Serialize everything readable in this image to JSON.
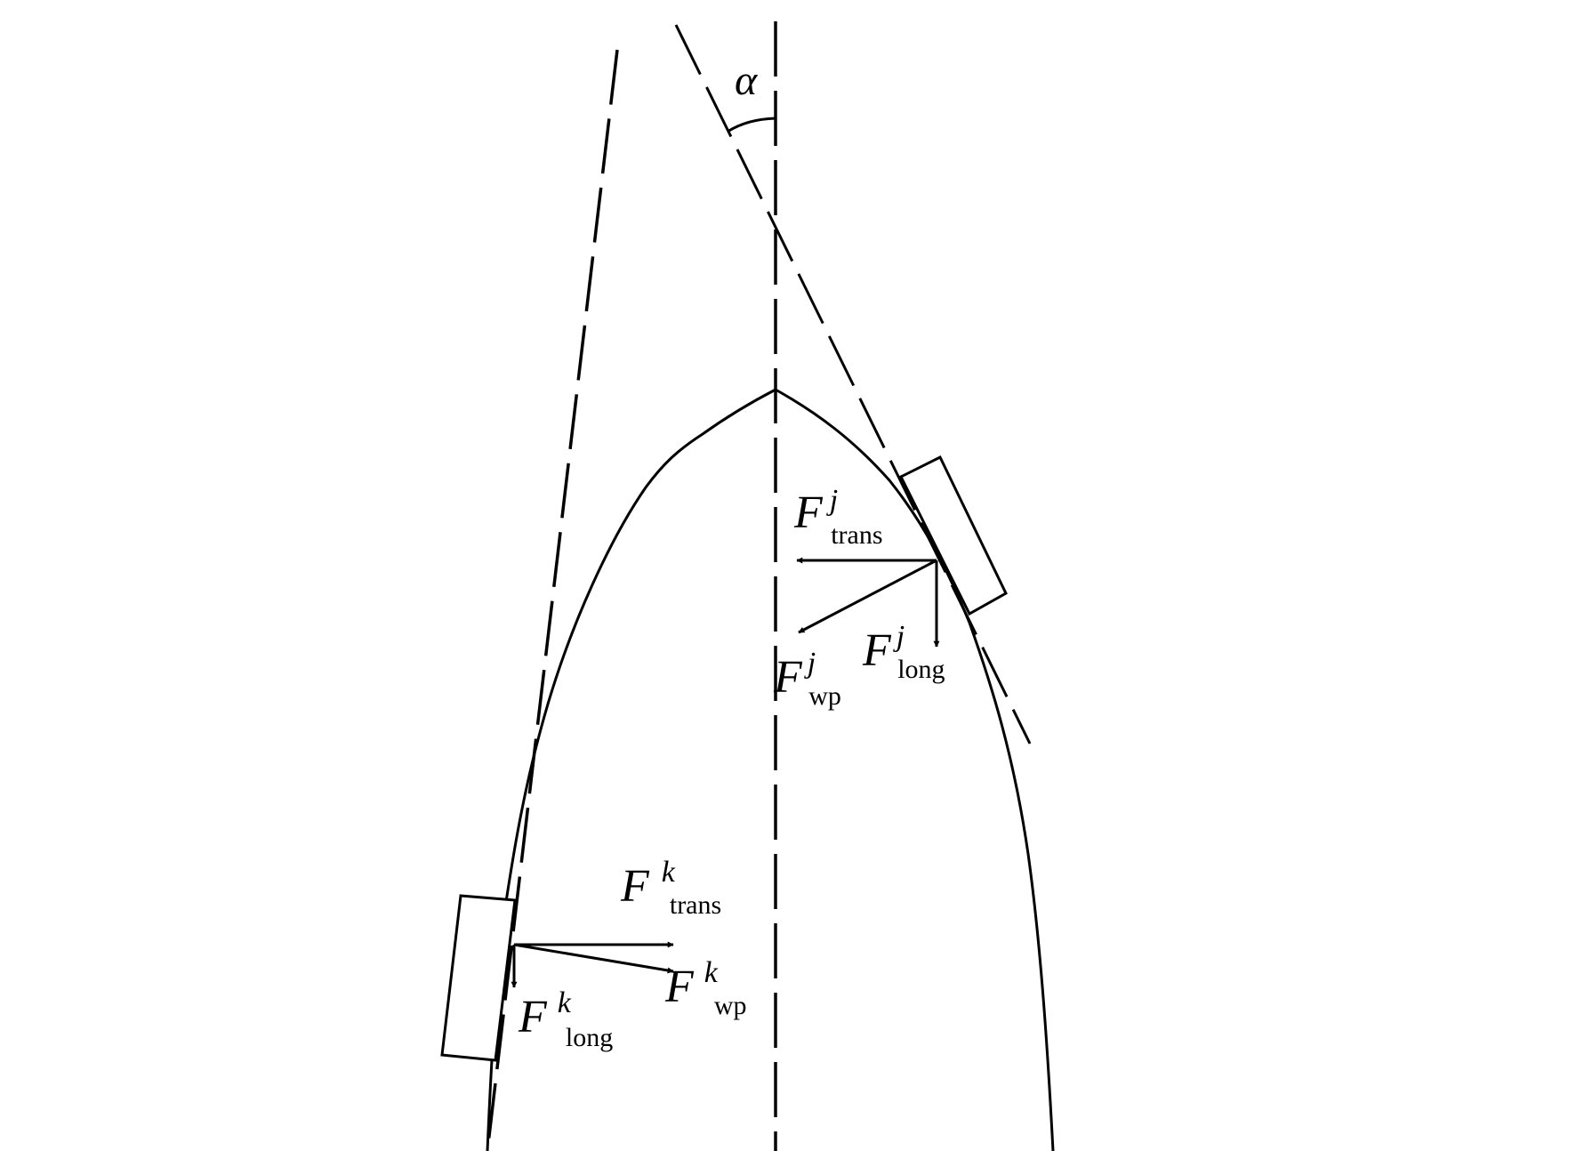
{
  "diagram": {
    "angle_label": "α",
    "forces": [
      {
        "id": "j-trans",
        "base": "F",
        "sup": "j",
        "sub": "trans"
      },
      {
        "id": "j-wp",
        "base": "F",
        "sup": "j",
        "sub": "wp"
      },
      {
        "id": "j-long",
        "base": "F",
        "sup": "j",
        "sub": "long"
      },
      {
        "id": "k-trans",
        "base": "F",
        "sup": "k",
        "sub": "trans"
      },
      {
        "id": "k-wp",
        "base": "F",
        "sup": "k",
        "sub": "wp"
      },
      {
        "id": "k-long",
        "base": "F",
        "sup": "k",
        "sub": "long"
      }
    ]
  }
}
